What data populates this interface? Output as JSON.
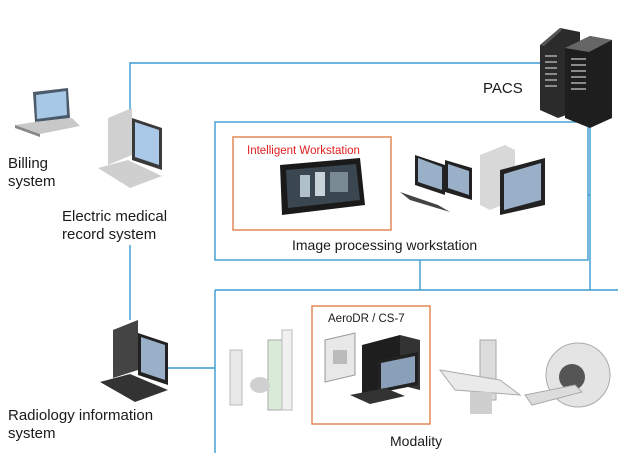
{
  "colors": {
    "network_line": "#3c9bd2",
    "highlight_box": "#e0804a",
    "highlight_text": "#e02020",
    "label_text": "#1a1a1a"
  },
  "labels": {
    "pacs": "PACS",
    "billing": [
      "Billing",
      "system"
    ],
    "emr": [
      "Electric medical",
      "record system"
    ],
    "ris": [
      "Radiology information",
      "system"
    ],
    "image_processing": "Image processing workstation",
    "modality": "Modality",
    "intelligent_workstation": "Intelligent Workstation",
    "aerodr": "AeroDR / CS-7"
  },
  "icons": [
    "server-rack-icon",
    "laptop-icon",
    "desktop-computer-icon",
    "monitor-tower-icon",
    "xray-stand-icon",
    "aerodr-console-icon",
    "xray-table-icon",
    "ct-scanner-icon"
  ]
}
